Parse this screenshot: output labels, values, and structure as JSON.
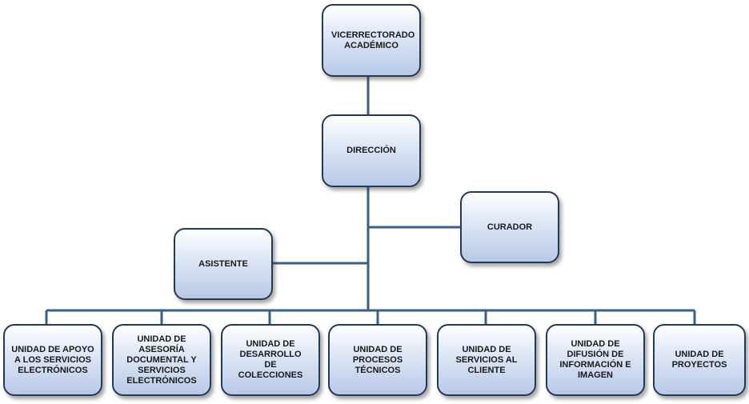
{
  "nodes": {
    "vicerrectorado": "VICERRECTORADO ACADÉMICO",
    "direccion": "DIRECCIÓN",
    "curador": "CURADOR",
    "asistente": "ASISTENTE",
    "units": [
      "UNIDAD DE APOYO  A LOS SERVICIOS ELECTRÓNICOS",
      "UNIDAD DE ASESORÍA DOCUMENTAL Y SERVICIOS ELECTRÓNICOS",
      "UNIDAD DE DESARROLLO DE COLECCIONES",
      "UNIDAD DE PROCESOS TÉCNICOS",
      "UNIDAD DE SERVICIOS AL CLIENTE",
      "UNIDAD DE DIFUSIÓN DE INFORMACIÓN E IMAGEN",
      "UNIDAD DE PROYECTOS"
    ]
  },
  "colors": {
    "connector": "#1f3a5a",
    "border": "#1f3a5a"
  }
}
